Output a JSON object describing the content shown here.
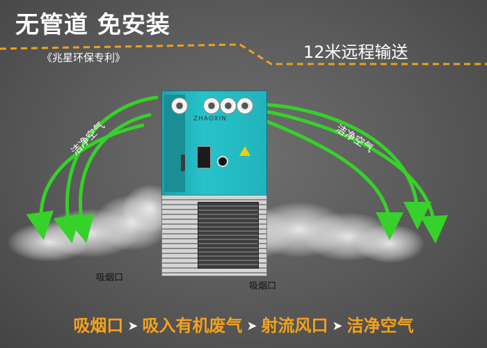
{
  "headline": "无管道  免安装",
  "patent": "《兆星环保专利》",
  "distance": "12米远程输送",
  "clean_air_label": "洁净空气",
  "intake_label": "吸烟口",
  "machine": {
    "brand": "ZHAOXIN",
    "color": "#27c2cb"
  },
  "flow_steps": [
    "吸烟口",
    "吸入有机废气",
    "射流风口",
    "洁净空气"
  ],
  "colors": {
    "accent_orange": "#f5a21b",
    "arrow_green": "#36d12a"
  }
}
